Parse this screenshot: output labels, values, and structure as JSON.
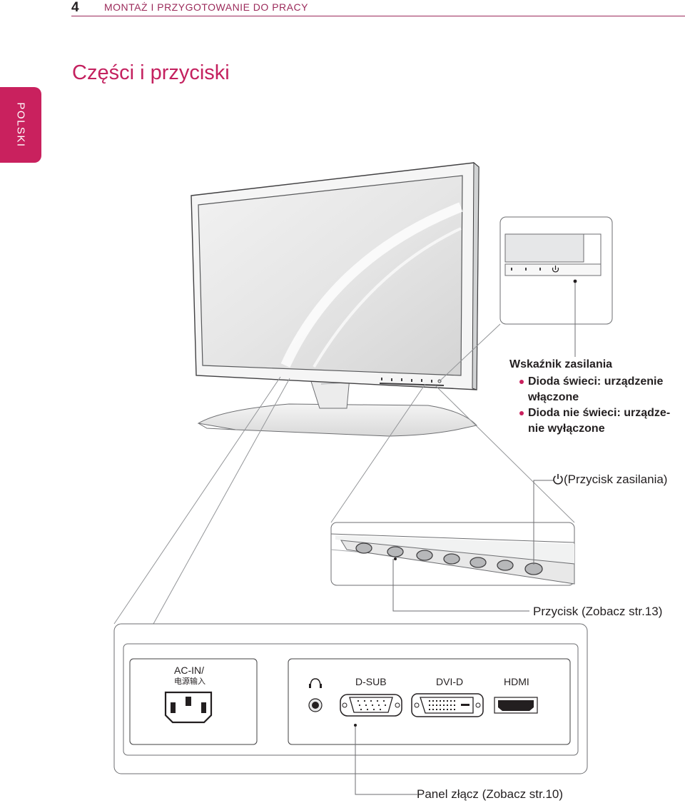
{
  "header": {
    "page_number": "4",
    "chapter_title": "MONTAŻ I PRZYGOTOWANIE DO PRACY"
  },
  "section_title": "Części i przyciski",
  "language_tab": "POLSKI",
  "power_indicator": {
    "title": "Wskaźnik zasilania",
    "bullets": [
      "Dioda świeci: urządzenie włączone",
      "Dioda nie świeci: urządze-nie wyłączone"
    ]
  },
  "callouts": {
    "power_button": "(Przycisk zasilania)",
    "buttons": "Przycisk (Zobacz str.13)",
    "connection_panel": "Panel złącz (Zobacz str.10)"
  },
  "ports": {
    "ac_in": "AC-IN/",
    "ac_in_cjk": "电源输入",
    "dsub": "D-SUB",
    "dvi": "DVI-D",
    "hdmi": "HDMI"
  },
  "icons": [
    "power-icon",
    "headphone-icon"
  ],
  "colors": {
    "accent": "#c9215e",
    "header_text": "#9b2a5a"
  }
}
